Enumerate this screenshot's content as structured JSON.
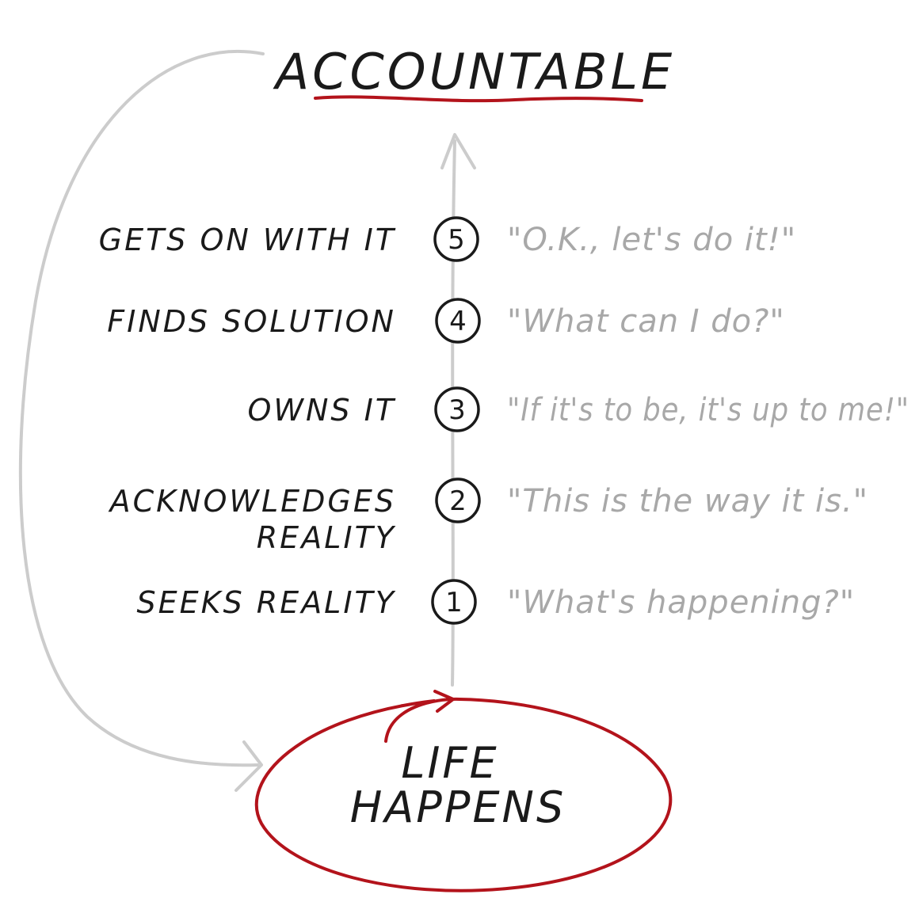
{
  "title": "ACCOUNTABLE",
  "center": {
    "line1": "LIFE",
    "line2": "HAPPENS"
  },
  "steps": [
    {
      "number": "5",
      "behavior": [
        "GETS ON WITH IT"
      ],
      "quote": "\"O.K., let's do it!\""
    },
    {
      "number": "4",
      "behavior": [
        "FINDS SOLUTION"
      ],
      "quote": "\"What can I do?\""
    },
    {
      "number": "3",
      "behavior": [
        "OWNS IT"
      ],
      "quote": "\"If it's to be, it's up to me!\""
    },
    {
      "number": "2",
      "behavior": [
        "ACKNOWLEDGES",
        "REALITY"
      ],
      "quote": "\"This is the way it is.\""
    },
    {
      "number": "1",
      "behavior": [
        "SEEKS REALITY"
      ],
      "quote": "\"What's happening?\""
    }
  ],
  "colors": {
    "ink": "#1a1a1a",
    "accent": "#b3131b",
    "muted": "#a8a8a8",
    "line": "#c9c9c9"
  }
}
